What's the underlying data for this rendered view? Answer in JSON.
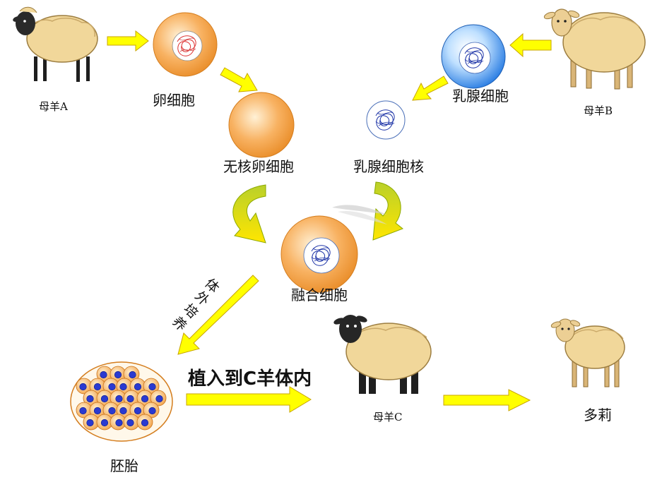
{
  "labels": {
    "ewe_a": "母羊A",
    "egg_cell": "卵细胞",
    "enucleated_egg": "无核卵细胞",
    "mammary_cell": "乳腺细胞",
    "ewe_b": "母羊B",
    "mammary_nucleus": "乳腺细胞核",
    "fused_cell": "融合细胞",
    "in_vitro_culture": [
      "体",
      "外",
      "培",
      "养"
    ],
    "implant": "植入到C羊体内",
    "ewe_c": "母羊C",
    "embryo": "胚胎",
    "dolly": "多莉"
  },
  "colors": {
    "arrow_yellow": "#ffff00",
    "arrow_outline": "#c8a400",
    "egg_orange": "#f5a24a",
    "mammary_blue": "#2f82e6",
    "sheep_wool": "#f1d79a",
    "sheep_dark": "#1f1f1f"
  }
}
